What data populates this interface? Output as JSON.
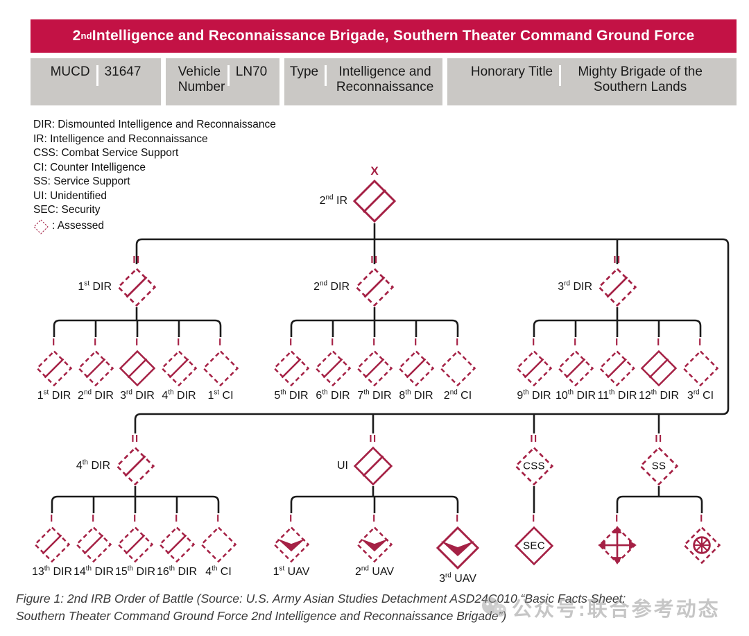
{
  "header": {
    "title": "2nd Intelligence and Reconnaissance Brigade, Southern Theater Command Ground Force"
  },
  "info_bar": [
    {
      "label": "MUCD",
      "value": "31647"
    },
    {
      "label": "Vehicle Number",
      "value": "LN70"
    },
    {
      "label": "Type",
      "value": "Intelligence and Reconnaissance"
    },
    {
      "label": "Honorary Title",
      "value": "Mighty Brigade of the Southern Lands"
    }
  ],
  "legend": {
    "entries": [
      "DIR: Dismounted Intelligence and Reconnaissance",
      "IR: Intelligence and Reconnaissance",
      "CSS: Combat Service Support",
      "CI: Counter Intelligence",
      "SS: Service Support",
      "UI: Unidentified",
      "SEC: Security"
    ],
    "assessed_label": ": Assessed"
  },
  "units": {
    "top": {
      "label": "2nd IR",
      "echelon": "X"
    },
    "b1": {
      "label": "1st DIR",
      "echelon": "II"
    },
    "b2": {
      "label": "2nd DIR",
      "echelon": "II"
    },
    "b3": {
      "label": "3rd DIR",
      "echelon": "II"
    },
    "b4": {
      "label": "4th DIR",
      "echelon": "II"
    },
    "bui": {
      "label": "UI",
      "echelon": "II"
    },
    "bcss": {
      "label": "CSS",
      "echelon": "II"
    },
    "bss": {
      "label": "SS",
      "echelon": "II"
    },
    "c1": {
      "label": "1st DIR",
      "echelon": "I"
    },
    "c2": {
      "label": "2nd DIR",
      "echelon": "I"
    },
    "c3": {
      "label": "3rd DIR",
      "echelon": "I"
    },
    "c4": {
      "label": "4th DIR",
      "echelon": "I"
    },
    "c5": {
      "label": "1st CI",
      "echelon": "I"
    },
    "c6": {
      "label": "5th DIR",
      "echelon": "I"
    },
    "c7": {
      "label": "6th DIR",
      "echelon": "I"
    },
    "c8": {
      "label": "7th DIR",
      "echelon": "I"
    },
    "c9": {
      "label": "8th DIR",
      "echelon": "I"
    },
    "c10": {
      "label": "2nd CI",
      "echelon": "I"
    },
    "c11": {
      "label": "9th DIR",
      "echelon": "I"
    },
    "c12": {
      "label": "10th DIR",
      "echelon": "I"
    },
    "c13": {
      "label": "11th DIR",
      "echelon": "I"
    },
    "c14": {
      "label": "12th DIR",
      "echelon": "I"
    },
    "c15": {
      "label": "3rd CI",
      "echelon": "I"
    },
    "c16": {
      "label": "13th DIR",
      "echelon": "I"
    },
    "c17": {
      "label": "14th DIR",
      "echelon": "I"
    },
    "c18": {
      "label": "15th DIR",
      "echelon": "I"
    },
    "c19": {
      "label": "16th DIR",
      "echelon": "I"
    },
    "c20": {
      "label": "4th CI",
      "echelon": "I"
    },
    "u1": {
      "label": "1st UAV",
      "echelon": "I"
    },
    "u2": {
      "label": "2nd UAV",
      "echelon": "I"
    },
    "u3": {
      "label": "3rd UAV",
      "echelon": "I"
    },
    "sec": {
      "label": "SEC",
      "echelon": "I"
    },
    "ss1": {
      "label": "",
      "echelon": "I",
      "symbol": "crossed-arrows"
    },
    "ss2": {
      "label": "",
      "echelon": "I",
      "symbol": "spoked-wheel"
    }
  },
  "org_chart": {
    "root": {
      "name": "2nd IR",
      "echelon": "X",
      "assessed": false,
      "symbol": "recon-diamond"
    },
    "battalions": [
      {
        "name": "1st DIR",
        "echelon": "II",
        "assessed": true,
        "companies": [
          {
            "name": "1st DIR",
            "assessed": true
          },
          {
            "name": "2nd DIR",
            "assessed": true
          },
          {
            "name": "3rd DIR",
            "assessed": false
          },
          {
            "name": "4th DIR",
            "assessed": true
          },
          {
            "name": "1st CI",
            "assessed": true
          }
        ]
      },
      {
        "name": "2nd DIR",
        "echelon": "II",
        "assessed": true,
        "companies": [
          {
            "name": "5th DIR",
            "assessed": true
          },
          {
            "name": "6th DIR",
            "assessed": true
          },
          {
            "name": "7th DIR",
            "assessed": true
          },
          {
            "name": "8th DIR",
            "assessed": true
          },
          {
            "name": "2nd CI",
            "assessed": true
          }
        ]
      },
      {
        "name": "3rd DIR",
        "echelon": "II",
        "assessed": true,
        "companies": [
          {
            "name": "9th DIR",
            "assessed": true
          },
          {
            "name": "10th DIR",
            "assessed": true
          },
          {
            "name": "11th DIR",
            "assessed": true
          },
          {
            "name": "12th DIR",
            "assessed": false
          },
          {
            "name": "3rd CI",
            "assessed": true
          }
        ]
      },
      {
        "name": "4th DIR",
        "echelon": "II",
        "assessed": true,
        "companies": [
          {
            "name": "13th DIR",
            "assessed": true
          },
          {
            "name": "14th DIR",
            "assessed": true
          },
          {
            "name": "15th DIR",
            "assessed": true
          },
          {
            "name": "16th DIR",
            "assessed": true
          },
          {
            "name": "4th CI",
            "assessed": true
          }
        ]
      },
      {
        "name": "UI",
        "echelon": "II",
        "assessed": false,
        "companies": [
          {
            "name": "1st UAV",
            "assessed": true
          },
          {
            "name": "2nd UAV",
            "assessed": true
          },
          {
            "name": "3rd UAV",
            "assessed": false
          }
        ]
      },
      {
        "name": "CSS",
        "echelon": "II",
        "assessed": true,
        "companies": [
          {
            "name": "SEC",
            "assessed": false
          }
        ]
      },
      {
        "name": "SS",
        "echelon": "II",
        "assessed": true,
        "companies": [
          {
            "name": "crossed-arrows unit",
            "assessed": true
          },
          {
            "name": "spoked-wheel unit",
            "assessed": true
          }
        ]
      }
    ]
  },
  "caption": {
    "line1": "Figure 1: 2nd IRB Order of Battle (Source: U.S. Army Asian Studies Detachment ASD24C010 “Basic Facts Sheet:",
    "line2": "Southern Theater Command Ground Force 2nd Intelligence and Reconnaissance Brigade”)"
  },
  "watermark": {
    "text": "公众号:联合参考动态"
  },
  "colors": {
    "header_red": "#c31245",
    "symbol_crimson": "#a52145",
    "bar_gray": "#cac8c5",
    "line_black": "#1b1b1b"
  }
}
